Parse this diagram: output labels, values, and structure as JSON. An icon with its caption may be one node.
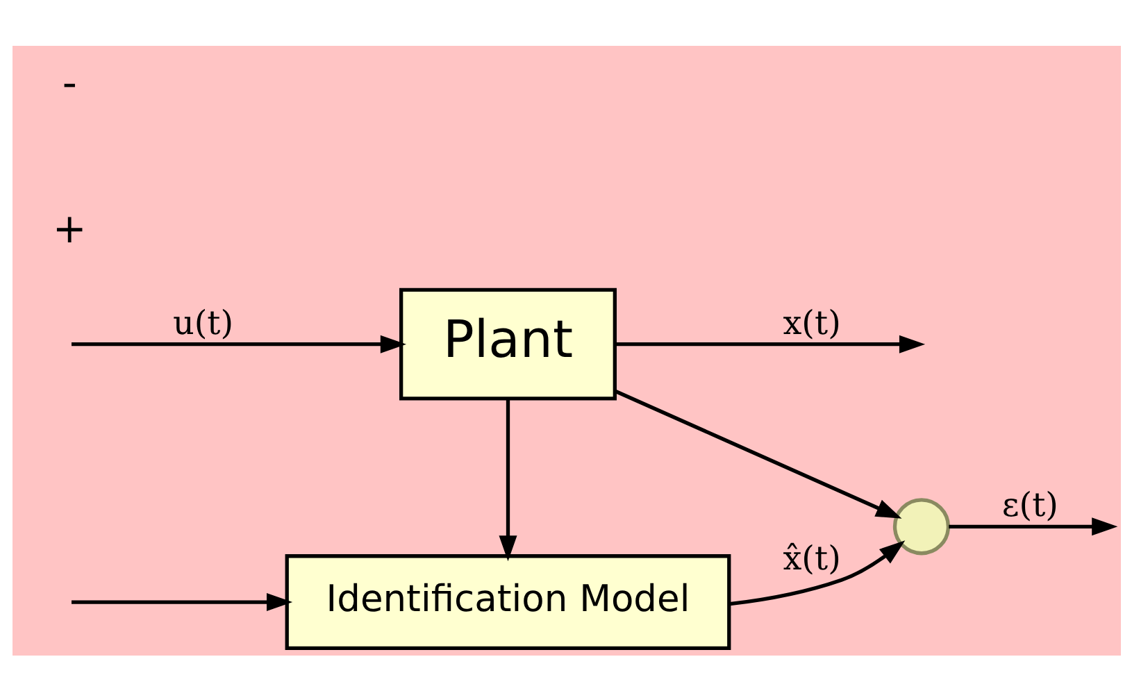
{
  "diagram": {
    "nodes": [
      {
        "text": [
          "Plant"
        ]
      },
      {
        "text": [
          "Identification Model"
        ]
      },
      {
        "text": [],
        "shape": "circle"
      }
    ],
    "edges": [
      {
        "from": null,
        "to": 0,
        "arrow": "to",
        "label": "u(t)"
      },
      {
        "from": null,
        "to": 1,
        "arrow": "to"
      },
      {
        "from": 0,
        "to": null,
        "arrow": "to",
        "label": "x(t)"
      },
      {
        "from": 0,
        "to": 2,
        "arrow": "to"
      },
      {
        "from": 0,
        "to": 1,
        "arrow": "to"
      },
      {
        "from": 1,
        "to": 2,
        "arrow": "to",
        "label": "x̂(t)"
      },
      {
        "from": 2,
        "to": null,
        "arrow": "to",
        "label": "ε(t)"
      }
    ],
    "labels": [
      "+",
      "-"
    ]
  }
}
